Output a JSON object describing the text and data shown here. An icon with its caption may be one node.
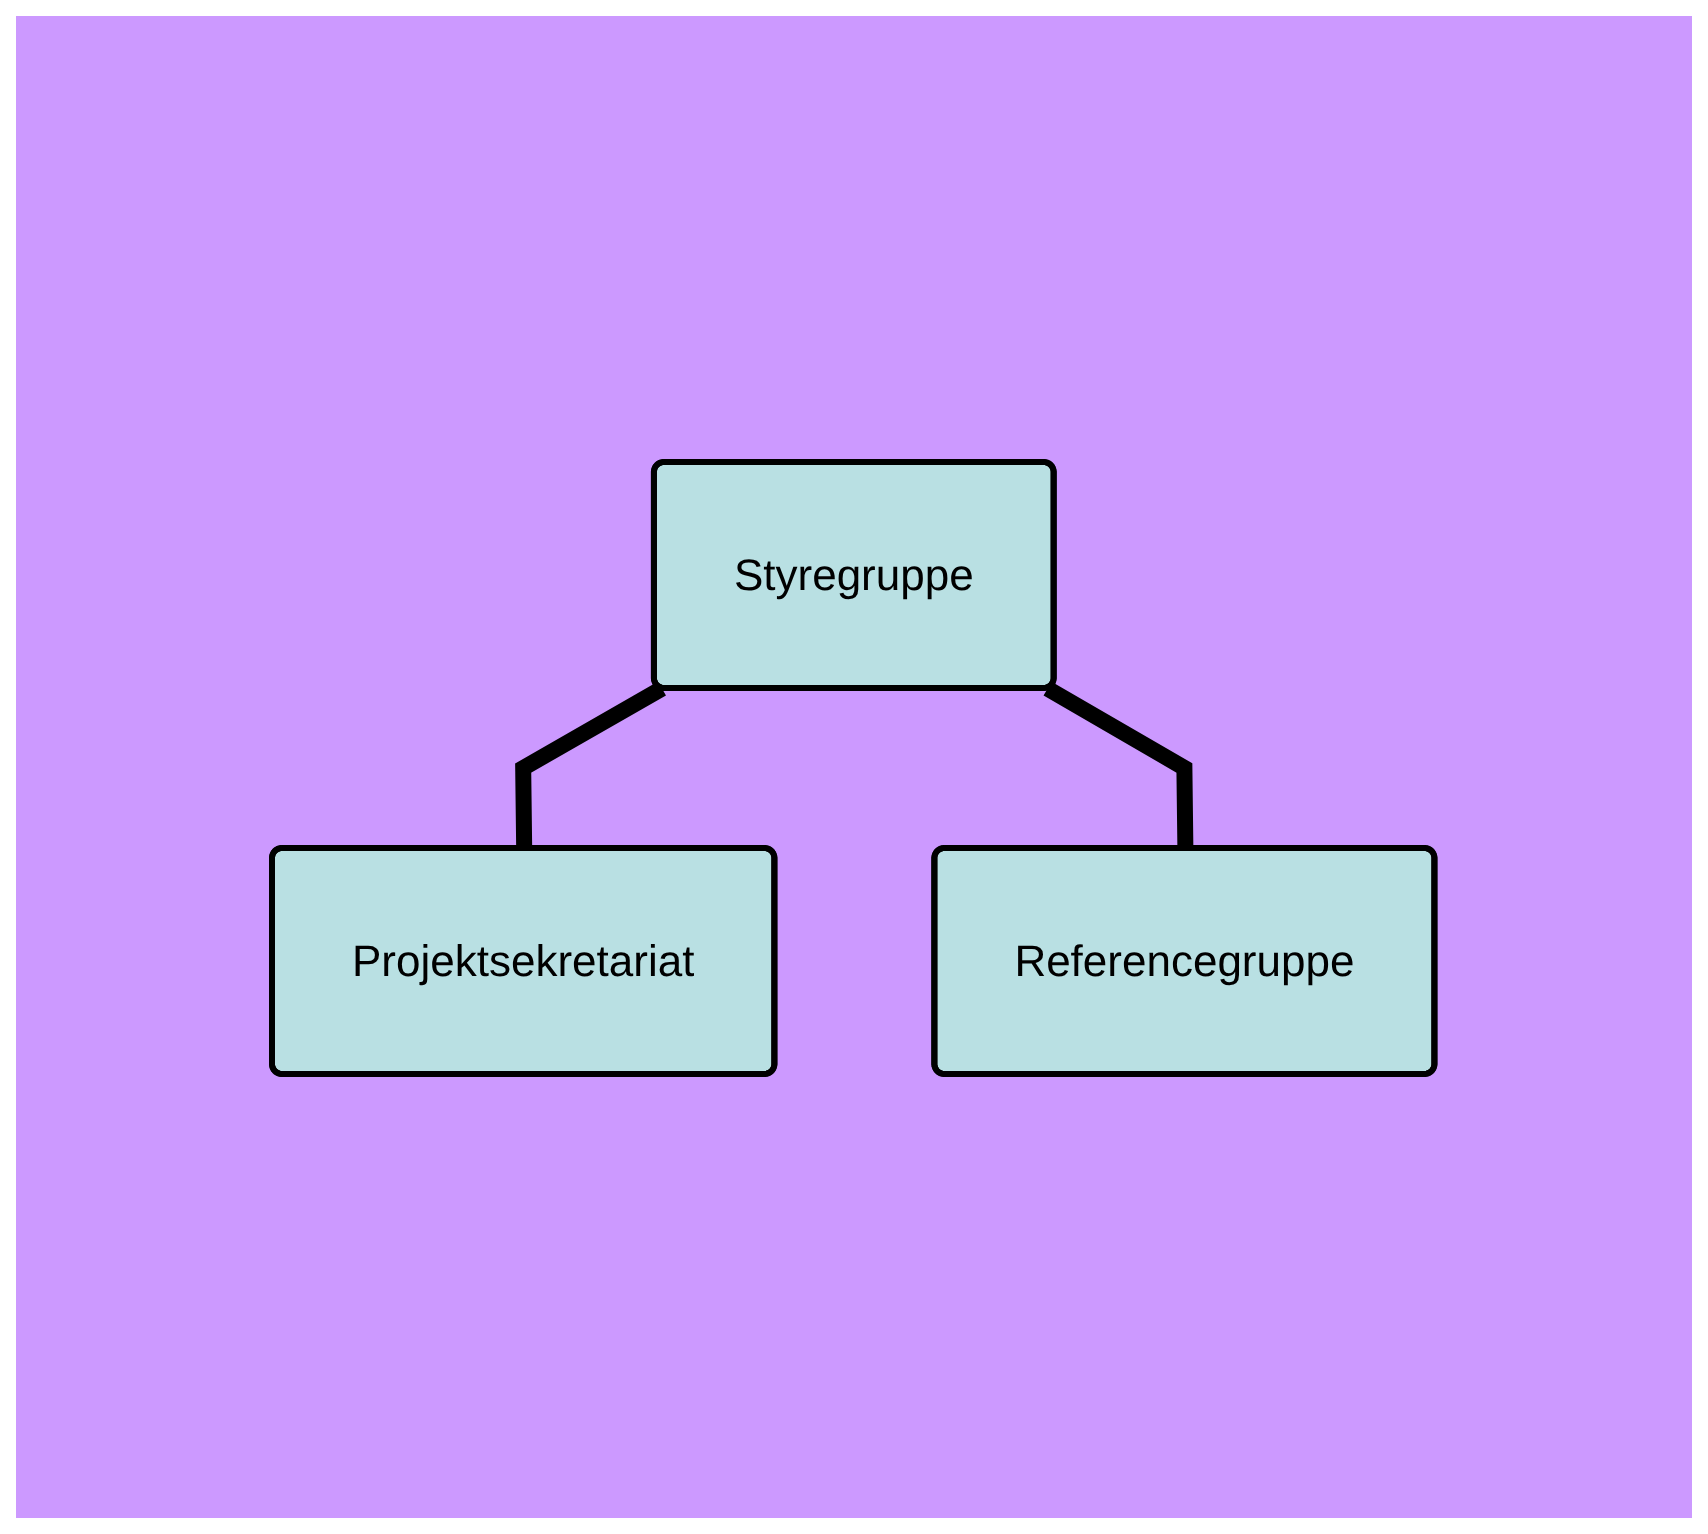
{
  "diagram": {
    "nodes": [
      {
        "text": [
          "Styregruppe"
        ]
      },
      {
        "text": [
          "Projektsekretariat"
        ]
      },
      {
        "text": [
          "Referencegruppe"
        ]
      }
    ],
    "edges": [
      {
        "from": 0,
        "to": 1,
        "arrow": "none"
      },
      {
        "from": 0,
        "to": 2,
        "arrow": "none"
      }
    ]
  }
}
